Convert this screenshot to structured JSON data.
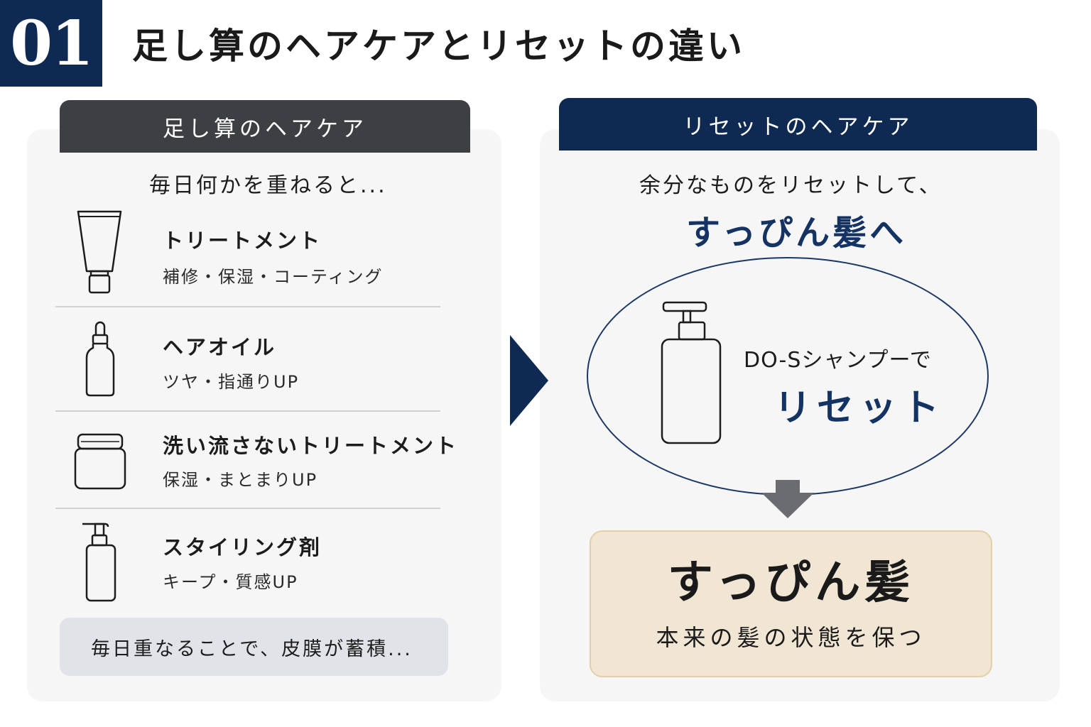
{
  "header": {
    "number": "01",
    "title": "足し算のヘアケアとリセットの違い"
  },
  "left": {
    "tab": "足し算のヘアケア",
    "intro": "毎日何かを重ねると...",
    "items": [
      {
        "title": "トリートメント",
        "desc": "補修・保湿・コーティング",
        "icon": "tube-icon"
      },
      {
        "title": "ヘアオイル",
        "desc": "ツヤ・指通りUP",
        "icon": "dropper-bottle-icon"
      },
      {
        "title": "洗い流さないトリートメント",
        "desc": "保湿・まとまりUP",
        "icon": "jar-icon"
      },
      {
        "title": "スタイリング剤",
        "desc": "キープ・質感UP",
        "icon": "pump-bottle-icon"
      }
    ],
    "note": "毎日重なることで、皮膜が蓄積..."
  },
  "right": {
    "tab": "リセットのヘアケア",
    "intro": "余分なものをリセットして、",
    "headline": "すっぴん髪へ",
    "ellipse_line1": "DO-Sシャンプーで",
    "ellipse_line2": "リセット",
    "result_title": "すっぴん髪",
    "result_sub": "本来の髪の状態を保つ"
  },
  "colors": {
    "navy": "#0f2a52",
    "dark_gray": "#3e3f43",
    "beige": "#f1e6d3",
    "arrow_gray": "#6b6c70"
  }
}
